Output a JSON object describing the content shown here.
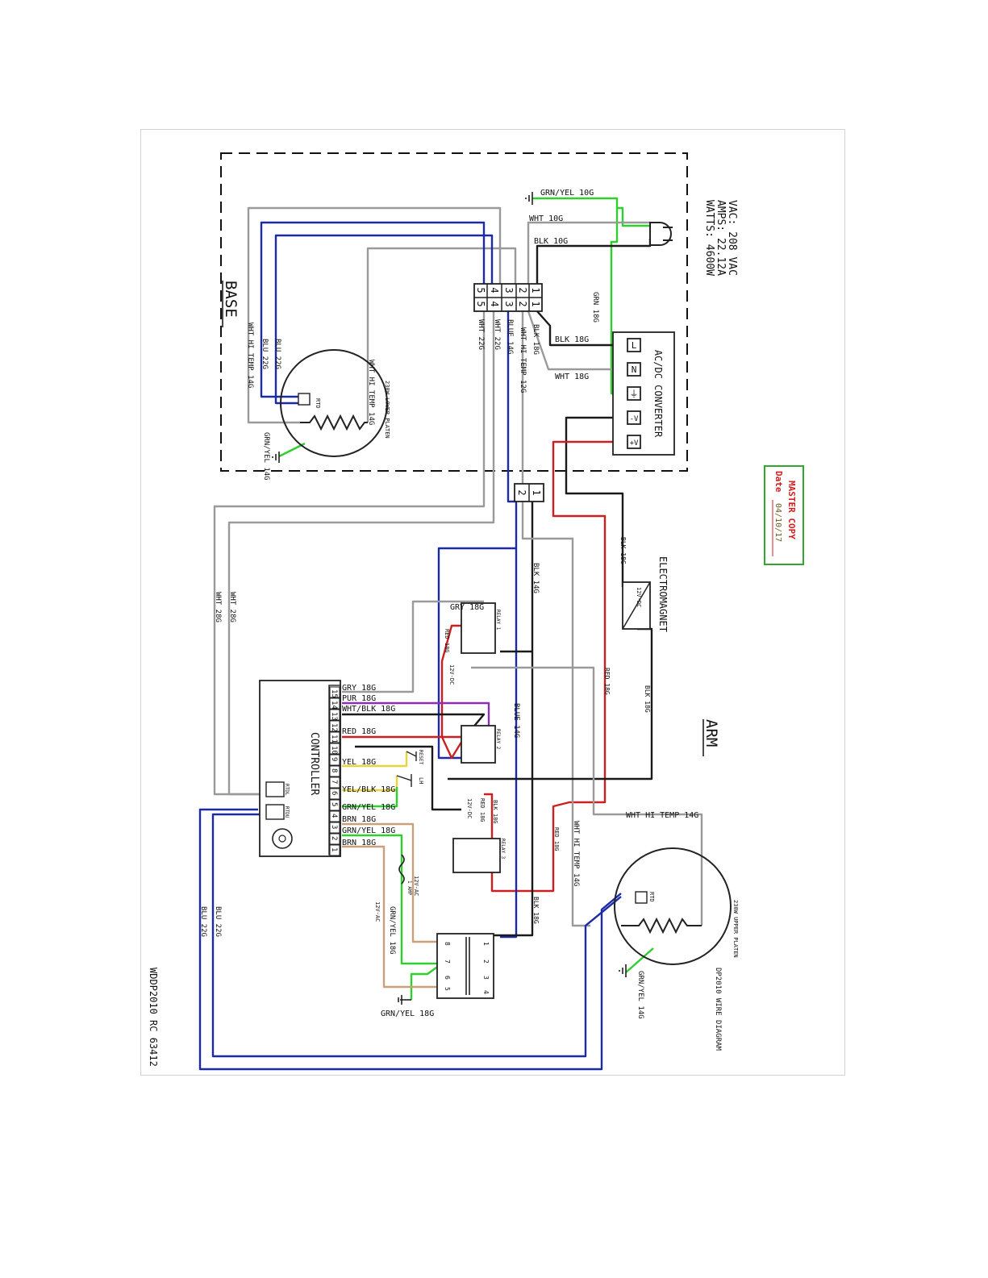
{
  "specs": {
    "vac": "VAC: 208 VAC",
    "amps": "AMPS: 22.12A",
    "watts": "WATTS: 4600W"
  },
  "sections": {
    "base": "BASE",
    "arm": "ARM"
  },
  "converter": {
    "title": "AC/DC CONVERTER",
    "terminals": [
      "L",
      "N",
      "⏚",
      "-V",
      "+V"
    ]
  },
  "terminal_block_main": {
    "top_row": [
      "1",
      "2",
      "3",
      "4",
      "5"
    ],
    "bottom_row": [
      "1",
      "2",
      "3",
      "4",
      "5"
    ]
  },
  "terminal_block_small": [
    "1",
    "2"
  ],
  "electromagnet": {
    "label": "ELECTROMAGNET",
    "coil": "12V-DC"
  },
  "controller": {
    "label": "CONTROLLER",
    "pins": [
      "15",
      "14",
      "13",
      "12",
      "11",
      "10",
      "9",
      "8",
      "7",
      "6",
      "5",
      "4",
      "3",
      "2",
      "1"
    ],
    "connector_upper": "RTDL",
    "connector_lower": "RTDU"
  },
  "relays": [
    {
      "name": "RELAY 1",
      "coil": "12V-DC"
    },
    {
      "name": "RELAY 2",
      "coil": ""
    },
    {
      "name": "RELAY 3",
      "coil": "12V-DC"
    }
  ],
  "switches": {
    "reset": "RESET",
    "lh": "LH"
  },
  "lower_platen": {
    "label": "230W LOWER PLATEN",
    "rtd": "RTD"
  },
  "upper_platen": {
    "label": "230W UPPER PLATEN",
    "rtd": "RTD"
  },
  "transformer": {
    "pins": [
      "1",
      "2",
      "3",
      "4",
      "5",
      "6",
      "7",
      "8"
    ]
  },
  "fuse": {
    "label": "1 AMP"
  },
  "stamp": {
    "line1": "MASTER COPY",
    "date_label": "Date",
    "date_value": "04/10/17"
  },
  "footer": {
    "model": "WDDP2010 RC 63412",
    "title": "DP2010 WIRE DIAGRAM"
  },
  "wire_labels": {
    "grn_yel_10g": "GRN/YEL 10G",
    "wht_10g": "WHT 10G",
    "blk_10g": "BLK 10G",
    "grn_18g": "GRN 18G",
    "blk_18g_conv": "BLK 18G",
    "wht_18g_conv": "WHT 18G",
    "blk_18g_tb": "BLK 18G",
    "wht_hi_temp_12g": "WHT HI TEMP 12G",
    "blue_14g_tb": "BLUE 14G",
    "wht_22g_a": "WHT 22G",
    "wht_22g_b": "WHT 22G",
    "wht_hi_temp_14g_lower": "WHT HI TEMP 14G",
    "blu_22g_a": "BLU 22G",
    "blu_22g_b": "BLU 22G",
    "wht_hi_temp_14g_base": "WHT HI TEMP 14G",
    "grn_yel_14g_lower": "GRN/YEL 14G",
    "wht_28g_a": "WHT 28G",
    "wht_28g_b": "WHT 28G",
    "blk_14g": "BLK 14G",
    "blk_18g_em": "BLK 18G",
    "blk_18g_arm": "BLK 18G",
    "red_18g_arm": "RED 18G",
    "blue_14g_arm": "BLUE 14G",
    "gry_18g": "GRY 18G",
    "red_18g_r1": "RED 18G",
    "c_gry": "GRY 18G",
    "c_pur": "PUR 18G",
    "c_whtblk": "WHT/BLK 18G",
    "c_red": "RED 18G",
    "c_yel": "YEL 18G",
    "c_yelblk": "YEL/BLK 18G",
    "c_grnyel1": "GRN/YEL 18G",
    "c_brn1": "BRN 18G",
    "c_grnyel2": "GRN/YEL 18G",
    "c_brn2": "BRN 18G",
    "blk_18g_r3": "BLK 18G",
    "red_18g_r3a": "RED 18G",
    "red_18g_r3b": "RED 18G",
    "wht_hi_temp_14g_arm": "WHT HI TEMP 14G",
    "wht_hi_temp_14g_top": "WHT HI TEMP 14G",
    "blk_18g_xf": "BLK 18G",
    "ac_12v_a": "12V-AC",
    "ac_12v_b": "12V-AC",
    "grn_yel_18g_xf": "GRN/YEL 18G",
    "grn_yel_18g_bottom": "GRN/YEL 18G",
    "blu_22g_c": "BLU 22G",
    "blu_22g_d": "BLU 22G",
    "grn_yel_14g_upper": "GRN/YEL 14G"
  }
}
